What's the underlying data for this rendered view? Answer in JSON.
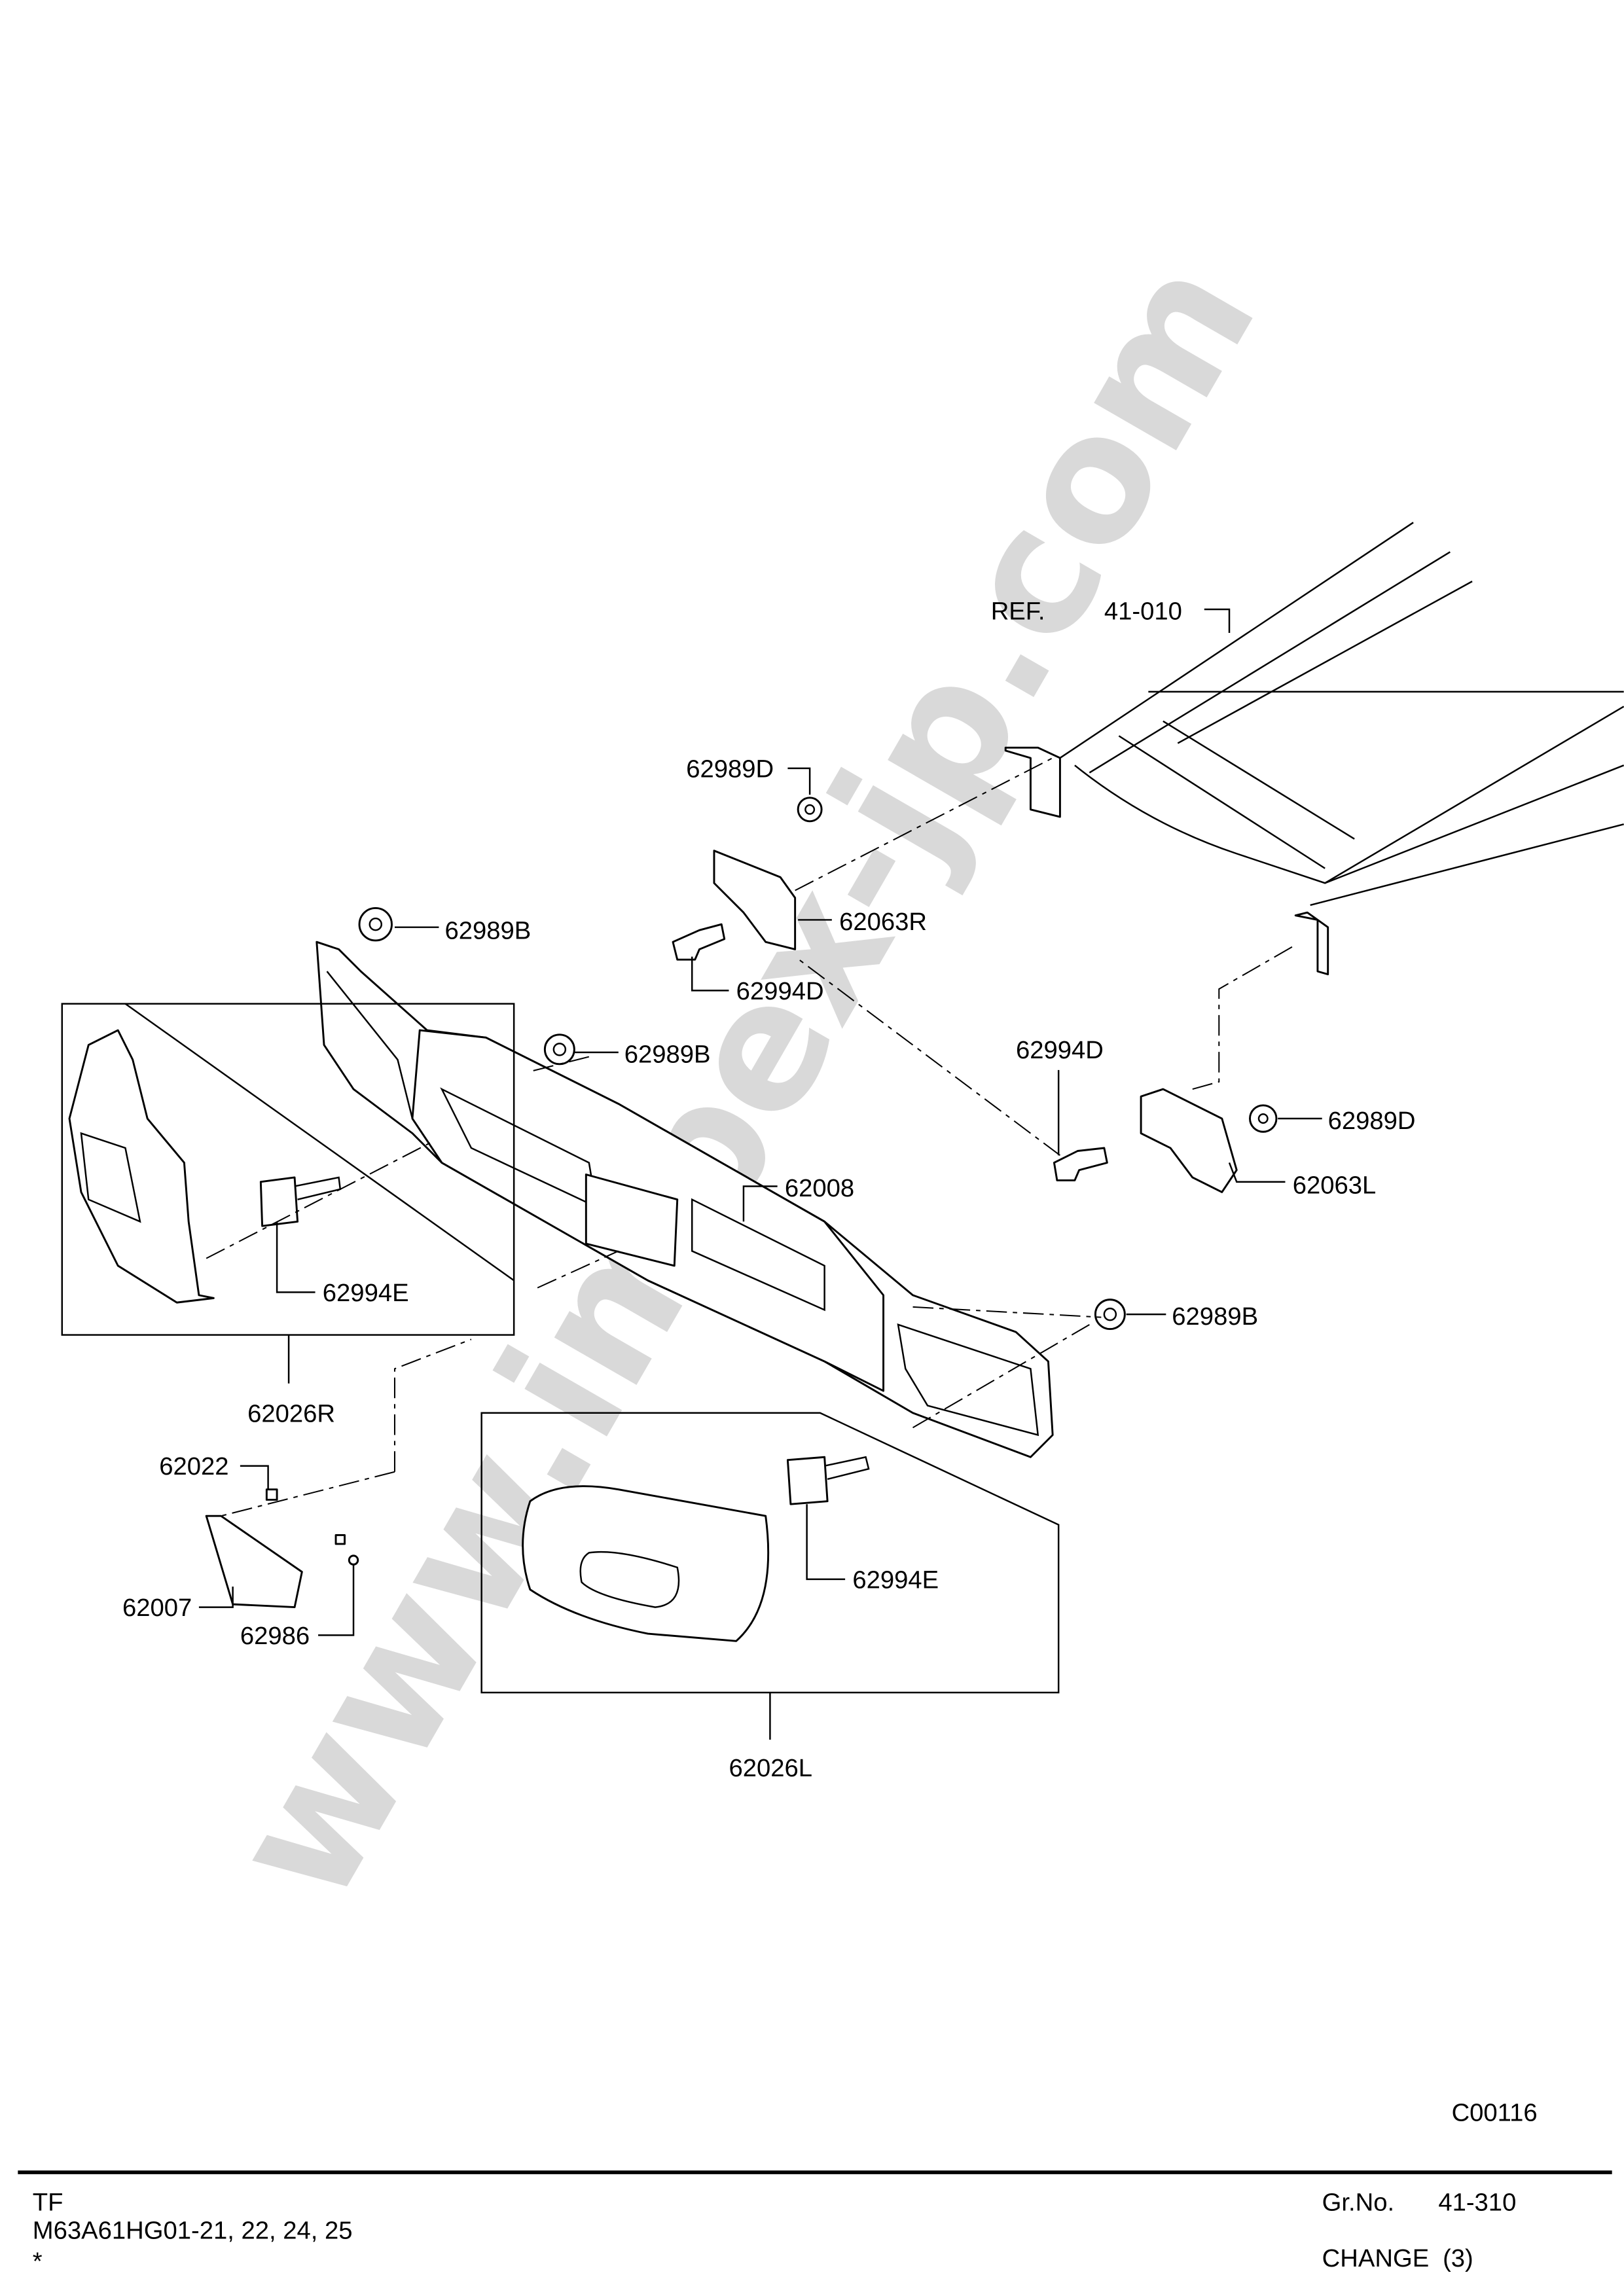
{
  "watermark": "www.impex-jp.com",
  "reference": {
    "prefix": "REF.",
    "number": "41-010"
  },
  "callouts": {
    "p62989D_top": "62989D",
    "p62989B_1": "62989B",
    "p62063R": "62063R",
    "p62994D_1": "62994D",
    "p62989B_2": "62989B",
    "p62994D_2": "62994D",
    "p62989D_2": "62989D",
    "p62008": "62008",
    "p62063L": "62063L",
    "p62994E_1": "62994E",
    "p62989B_3": "62989B",
    "p62026R": "62026R",
    "p62022": "62022",
    "p62994E_2": "62994E",
    "p62007": "62007",
    "p62986": "62986",
    "p62026L": "62026L"
  },
  "illustration_code": "C00116",
  "footer": {
    "model": "TF",
    "applicability": "M63A61HG01-21, 22, 24, 25",
    "mark": "*",
    "group_label": "Gr.No.",
    "group_number": "41-310",
    "change_label": "CHANGE",
    "change_value": "(3)"
  }
}
